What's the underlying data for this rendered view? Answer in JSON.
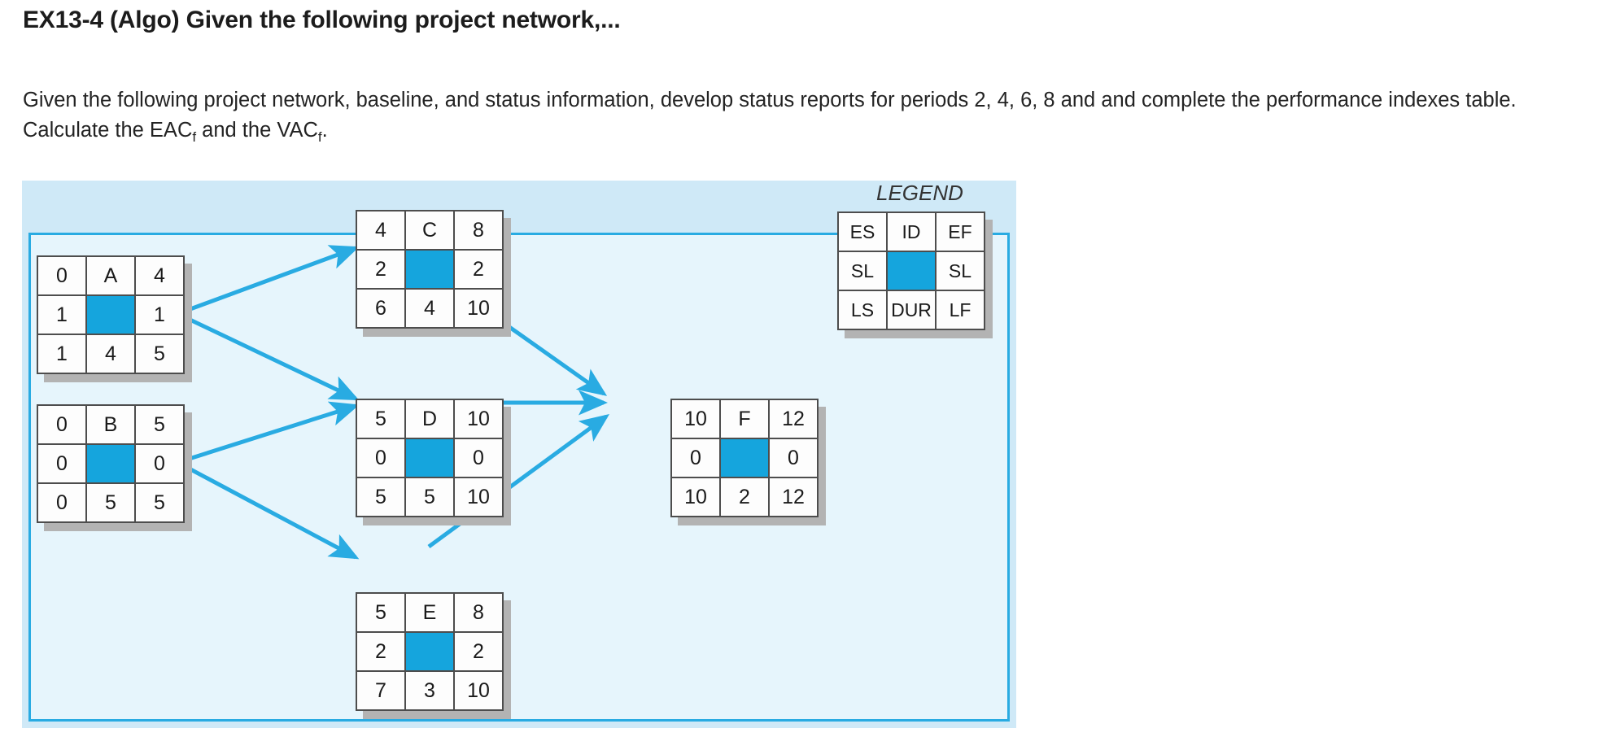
{
  "question": {
    "title": "EX13-4 (Algo) Given the following project network,...",
    "body_part1": "Given the following project network, baseline, and status information, develop status reports for periods 2, 4, 6, 8 and and complete the performance indexes table. Calculate the EAC",
    "body_sub1": "f",
    "body_part2": " and the VAC",
    "body_sub2": "f",
    "body_part3": "."
  },
  "diagram": {
    "legend": {
      "title": "LEGEND",
      "cells": [
        "ES",
        "ID",
        "EF",
        "SL",
        "",
        "SL",
        "LS",
        "DUR",
        "LF"
      ]
    },
    "colors": {
      "panel_outer": "#cfe9f7",
      "panel_inner": "#e6f5fc",
      "frame_line": "#29abe2",
      "arrow": "#29abe2",
      "node_fill": "#fdfdfd",
      "node_border": "#4d4d4d",
      "node_center_blue": "#15a5dd",
      "node_shadow": "#b3b3b3"
    },
    "nodes": [
      {
        "id": "A",
        "es": "0",
        "name": "A",
        "ef": "4",
        "sl_left": "1",
        "sl_right": "1",
        "ls": "1",
        "dur": "4",
        "lf": "5"
      },
      {
        "id": "B",
        "es": "0",
        "name": "B",
        "ef": "5",
        "sl_left": "0",
        "sl_right": "0",
        "ls": "0",
        "dur": "5",
        "lf": "5"
      },
      {
        "id": "C",
        "es": "4",
        "name": "C",
        "ef": "8",
        "sl_left": "2",
        "sl_right": "2",
        "ls": "6",
        "dur": "4",
        "lf": "10"
      },
      {
        "id": "D",
        "es": "5",
        "name": "D",
        "ef": "10",
        "sl_left": "0",
        "sl_right": "0",
        "ls": "5",
        "dur": "5",
        "lf": "10"
      },
      {
        "id": "E",
        "es": "5",
        "name": "E",
        "ef": "8",
        "sl_left": "2",
        "sl_right": "2",
        "ls": "7",
        "dur": "3",
        "lf": "10"
      },
      {
        "id": "F",
        "es": "10",
        "name": "F",
        "ef": "12",
        "sl_left": "0",
        "sl_right": "0",
        "ls": "10",
        "dur": "2",
        "lf": "12"
      }
    ],
    "edges": [
      {
        "from": "A",
        "to": "C"
      },
      {
        "from": "A",
        "to": "D"
      },
      {
        "from": "B",
        "to": "D"
      },
      {
        "from": "B",
        "to": "E"
      },
      {
        "from": "C",
        "to": "F"
      },
      {
        "from": "D",
        "to": "F"
      },
      {
        "from": "E",
        "to": "F"
      }
    ]
  }
}
